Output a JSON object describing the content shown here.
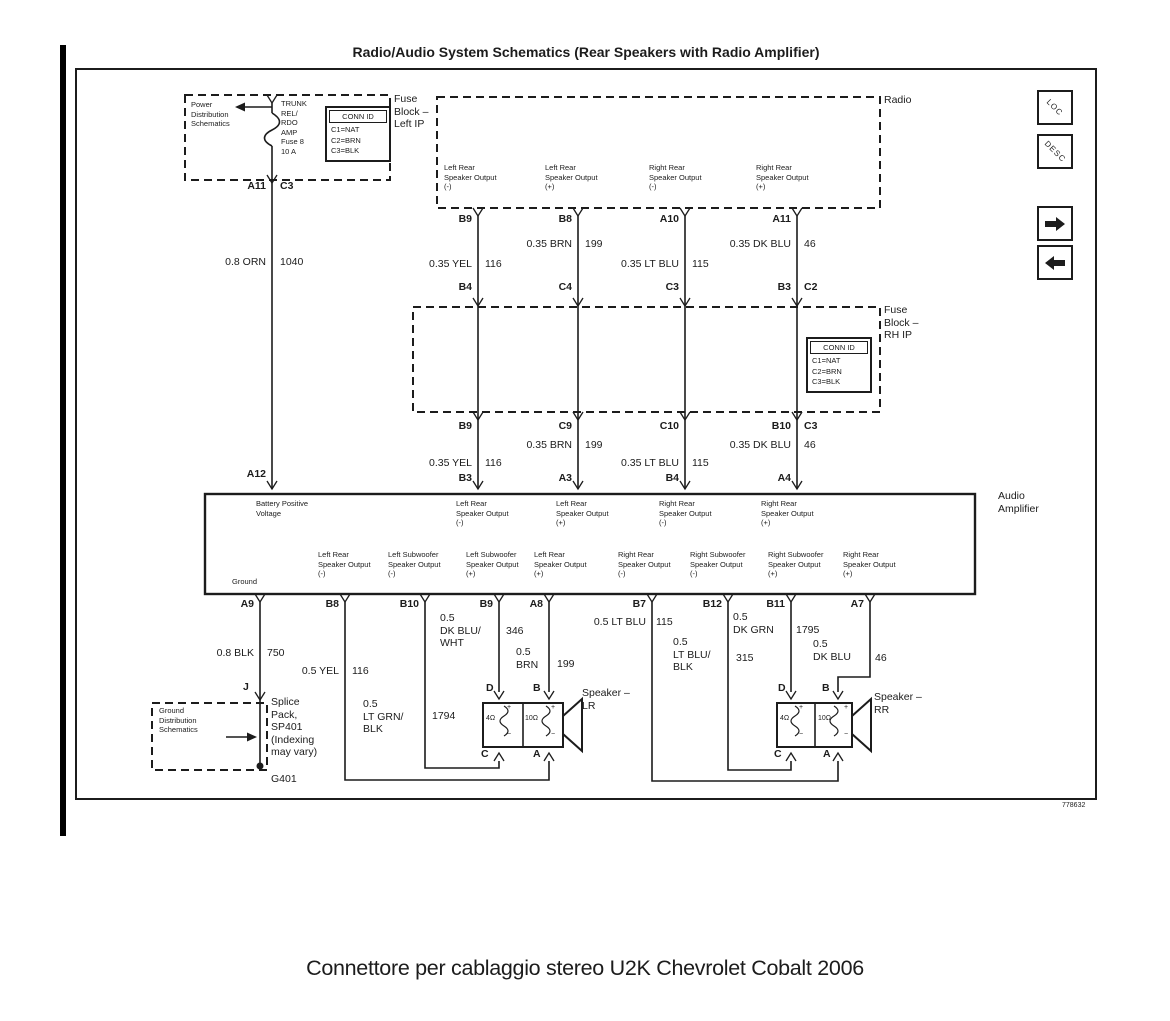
{
  "page": {
    "title": "Radio/Audio System Schematics (Rear Speakers with Radio Amplifier)",
    "caption": "Connettore per cablaggio stereo U2K Chevrolet Cobalt 2006",
    "doc_number": "778632",
    "ink_color": "#1c1c1c",
    "background": "#ffffff"
  },
  "nav": {
    "loc_label": "LOC",
    "desc_label": "DESC",
    "next_icon": "arrow-right",
    "prev_icon": "arrow-left"
  },
  "conn_id_left": {
    "header": "CONN ID",
    "rows_text": "C1=NAT\nC2=BRN\nC3=BLK"
  },
  "conn_id_rh": {
    "header": "CONN ID",
    "rows_text": "C1=NAT\nC2=BRN\nC3=BLK"
  },
  "power": {
    "ref_label": "Power\nDistribution\nSchematics",
    "fuse_label": "TRUNK\nREL/\nRDO\nAMP\nFuse 8\n10 A",
    "block_label": "Fuse\nBlock –\nLeft IP",
    "pin_a11": "A11",
    "pin_c3": "C3",
    "wire_label": "0.8 ORN",
    "wire_circuit": "1040",
    "pin_a12": "A12"
  },
  "radio": {
    "label": "Radio",
    "out1": "Left Rear\nSpeaker Output\n(-)",
    "out2": "Left Rear\nSpeaker Output\n(+)",
    "out3": "Right Rear\nSpeaker Output\n(-)",
    "out4": "Right Rear\nSpeaker Output\n(+)",
    "pin1": "B9",
    "pin2": "B8",
    "pin3": "A10",
    "pin4": "A11"
  },
  "seg1": {
    "w1": "0.35 YEL",
    "c1": "116",
    "p1": "B4",
    "w2": "0.35 BRN",
    "c2": "199",
    "p2": "C4",
    "w3": "0.35 LT BLU",
    "c3": "115",
    "p3": "C3",
    "w4": "0.35 DK BLU",
    "c4": "46",
    "p4a": "B3",
    "p4b": "C2"
  },
  "fuse_rh": {
    "block_label": "Fuse\nBlock –\nRH IP",
    "pin1": "B9",
    "pin2": "C9",
    "pin3": "C10",
    "pin4a": "B10",
    "pin4b": "C3"
  },
  "seg2": {
    "w1": "0.35 YEL",
    "c1": "116",
    "p1": "B3",
    "w2": "0.35 BRN",
    "c2": "199",
    "p2": "A3",
    "w3": "0.35 LT BLU",
    "c3": "115",
    "p3": "B4",
    "w4": "0.35 DK BLU",
    "c4": "46",
    "p4": "A4"
  },
  "amp": {
    "label": "Audio\nAmplifier",
    "top1": "Battery Positive\nVoltage",
    "top2": "Left Rear\nSpeaker Output\n(-)",
    "top3": "Left Rear\nSpeaker Output\n(+)",
    "top4": "Right Rear\nSpeaker Output\n(-)",
    "top5": "Right Rear\nSpeaker Output\n(+)",
    "bot1": "Ground",
    "bot2": "Left Rear\nSpeaker Output\n(-)",
    "bot3": "Left Subwoofer\nSpeaker Output\n(-)",
    "bot4": "Left Subwoofer\nSpeaker Output\n(+)",
    "bot5": "Left Rear\nSpeaker Output\n(+)",
    "bot6": "Right Rear\nSpeaker Output\n(-)",
    "bot7": "Right Subwoofer\nSpeaker Output\n(-)",
    "bot8": "Right Subwoofer\nSpeaker Output\n(+)",
    "bot9": "Right Rear\nSpeaker Output\n(+)",
    "pinA9": "A9",
    "pinB8": "B8",
    "pinB10": "B10",
    "pinB9": "B9",
    "pinA8": "A8",
    "pinB7": "B7",
    "pinB12": "B12",
    "pinB11": "B11",
    "pinA7": "A7"
  },
  "seg3": {
    "w1": "0.8 BLK",
    "c1": "750",
    "w2": "0.5 YEL",
    "c2": "116",
    "w3": "0.5\nLT GRN/\nBLK",
    "c3": "1794",
    "w4": "0.5\nDK BLU/\nWHT",
    "c4": "346",
    "w5": "0.5\nBRN",
    "c5": "199",
    "w6": "0.5 LT BLU",
    "c6": "115",
    "w7": "0.5\nLT BLU/\nBLK",
    "c7": "315",
    "w8": "0.5\nDK GRN",
    "c8": "1795",
    "w9": "0.5\nDK BLU",
    "c9": "46"
  },
  "ground": {
    "ref_label": "Ground\nDistribution\nSchematics",
    "pin_j": "J",
    "splice_label": "Splice\nPack,\nSP401\n(Indexing\nmay vary)",
    "ground_label": "G401"
  },
  "speaker_lr": {
    "label": "Speaker –\nLR",
    "pin_d": "D",
    "pin_b": "B",
    "pin_c": "C",
    "pin_a": "A",
    "coil1": "4Ω",
    "coil2": "10Ω",
    "plus": "+",
    "minus": "−"
  },
  "speaker_rr": {
    "label": "Speaker –\nRR",
    "pin_d": "D",
    "pin_b": "B",
    "pin_c": "C",
    "pin_a": "A",
    "coil1": "4Ω",
    "coil2": "10Ω",
    "plus": "+",
    "minus": "−"
  }
}
